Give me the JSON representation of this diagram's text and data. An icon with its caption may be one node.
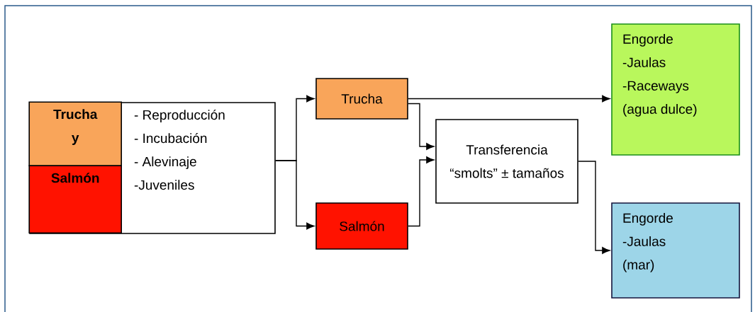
{
  "diagram": {
    "nodes": [
      {
        "text": [
          "- Reproducción",
          "- Incubación",
          "- Alevinaje",
          "-Juveniles"
        ]
      },
      {
        "text": [
          "Trucha y"
        ],
        "in": 0
      },
      {
        "text": [
          "Salmón"
        ],
        "in": 0
      },
      {
        "text": [
          "Trucha"
        ]
      },
      {
        "text": [
          "Salmón"
        ]
      },
      {
        "text": [
          "Transferencia “smolts” ± tamaños"
        ]
      },
      {
        "text": [
          "Engorde",
          "-Jaulas",
          "-Raceways",
          "(agua dulce)"
        ]
      },
      {
        "text": [
          "Engorde",
          "-Jaulas",
          "(mar)"
        ]
      }
    ],
    "edges": [
      {
        "from": 0,
        "to": 3,
        "arrow": "to"
      },
      {
        "from": 0,
        "to": 4,
        "arrow": "to"
      },
      {
        "from": 3,
        "to": 6,
        "arrow": "to"
      },
      {
        "from": 3,
        "to": 5,
        "arrow": "to"
      },
      {
        "from": 4,
        "to": 5,
        "arrow": "to"
      },
      {
        "from": 5,
        "to": 7,
        "arrow": "to"
      }
    ]
  }
}
